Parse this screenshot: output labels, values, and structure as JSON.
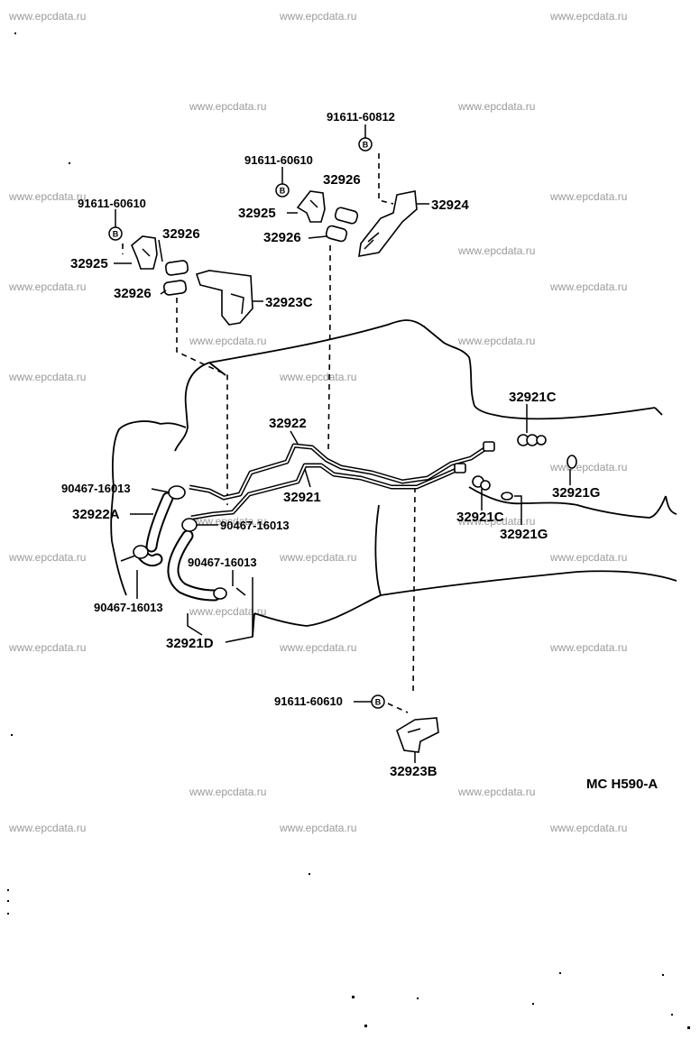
{
  "watermark": "www.epcdata.ru",
  "diagram_code": "MC H590-A",
  "bolt_symbol": "B",
  "labels": {
    "p91611_60812": "91611-60812",
    "p91611_60610_mid": "91611-60610",
    "p91611_60610_left": "91611-60610",
    "p91611_60610_bottom": "91611-60610",
    "p32924": "32924",
    "p32926_top": "32926",
    "p32925_top": "32925",
    "p32926_top2": "32926",
    "p32926_left": "32926",
    "p32925_left": "32925",
    "p32926_left2": "32926",
    "p32923C": "32923C",
    "p32922": "32922",
    "p32921": "32921",
    "p32921C_top": "32921C",
    "p32921C_mid": "32921C",
    "p32921G_right": "32921G",
    "p32921G_mid": "32921G",
    "p90467_a": "90467-16013",
    "p90467_b": "90467-16013",
    "p90467_c": "90467-16013",
    "p90467_d": "90467-16013",
    "p32922A": "32922A",
    "p32921D": "32921D",
    "p32923B": "32923B"
  }
}
